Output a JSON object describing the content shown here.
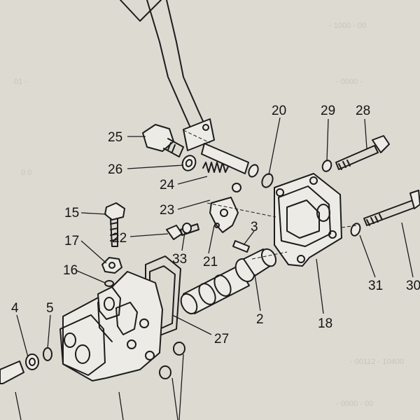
{
  "callouts": [
    "25",
    "26",
    "24",
    "23",
    "20",
    "29",
    "28",
    "15",
    "22",
    "33",
    "21",
    "3",
    "17",
    "16",
    "4",
    "5",
    "2",
    "27",
    "18",
    "31",
    "30"
  ],
  "colors": {
    "paper": "#dddad2",
    "ink": "#1c1c1c",
    "shade": "#ecebe6"
  }
}
